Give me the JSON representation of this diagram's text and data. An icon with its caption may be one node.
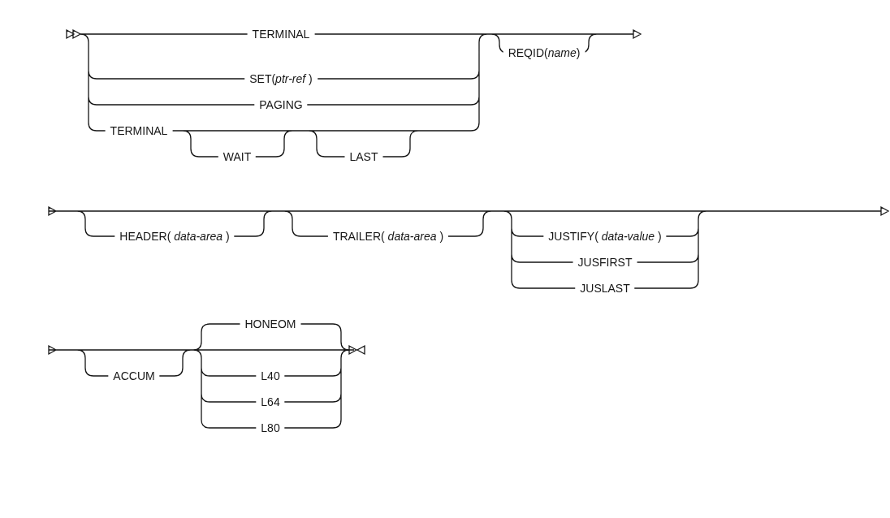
{
  "diagram": {
    "labels": [
      "TERMINAL",
      "SET(*ptr-ref* )",
      "PAGING",
      "TERMINAL",
      "WAIT",
      "LAST",
      "REQID(*name*)",
      "HEADER( *data-area* )",
      "TRAILER( *data-area* )",
      "JUSTIFY( *data-value* )",
      "JUSFIRST",
      "JUSLAST",
      "HONEOM",
      "ACCUM",
      "L40",
      "L64",
      "L80"
    ]
  }
}
